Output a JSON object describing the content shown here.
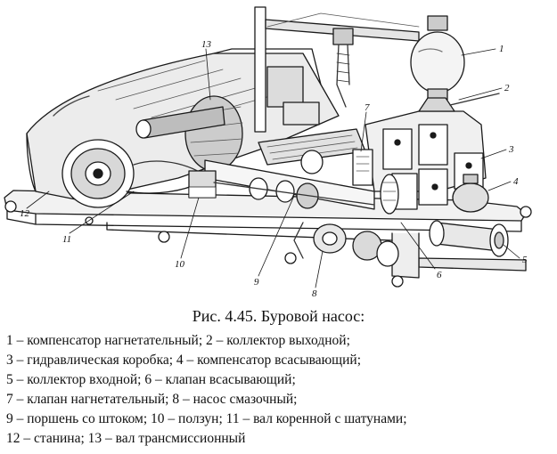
{
  "callouts": {
    "c1": "1",
    "c2": "2",
    "c3": "3",
    "c4": "4",
    "c5": "5",
    "c6": "6",
    "c7": "7",
    "c8": "8",
    "c9": "9",
    "c10": "10",
    "c11": "11",
    "c12": "12",
    "c13": "13"
  },
  "caption": {
    "title": "Рис. 4.45. Буровой насос:",
    "lines": [
      "1 – компенсатор нагнетательный; 2 – коллектор выходной;",
      "3 – гидравлическая коробка; 4 – компенсатор всасывающий;",
      "5 – коллектор входной; 6 – клапан всасывающий;",
      "7 – клапан нагнетательный; 8 – насос смазочный;",
      "9 – поршень со штоком; 10 – ползун; 11 – вал коренной с шатунами;",
      "12 – станина; 13 – вал трансмиссионный"
    ]
  }
}
